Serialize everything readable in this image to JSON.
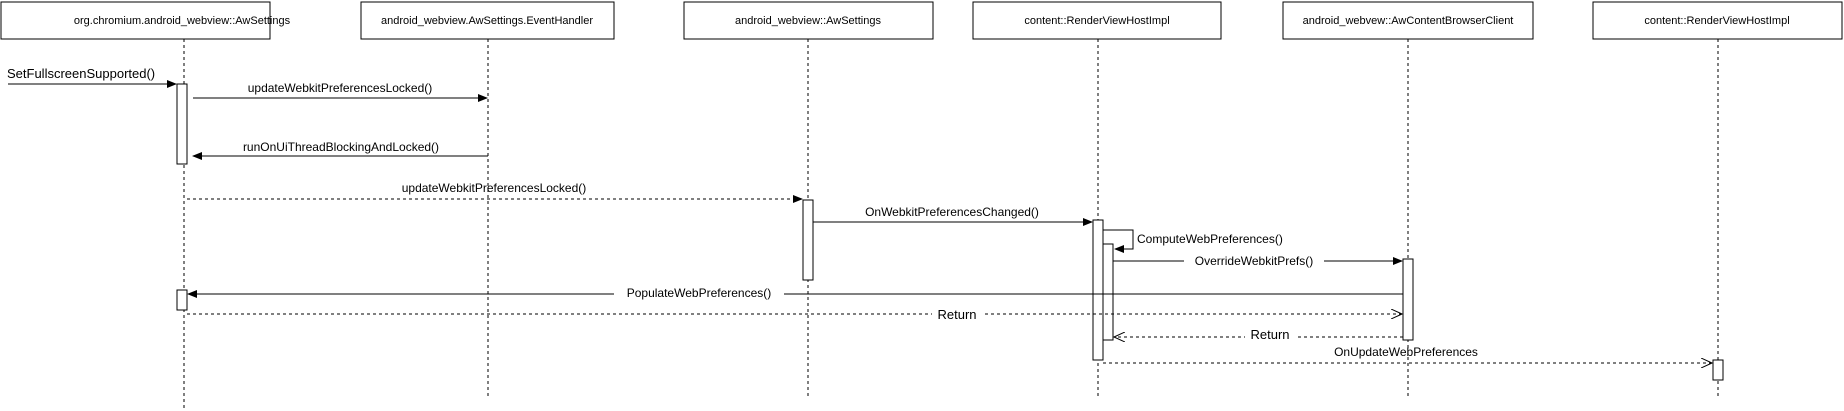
{
  "diagram": {
    "participants": [
      {
        "id": "p1",
        "label": "org.chromium.android_webview::AwSettings"
      },
      {
        "id": "p2",
        "label": "android_webview.AwSettings.EventHandler"
      },
      {
        "id": "p3",
        "label": "android_webview::AwSettings"
      },
      {
        "id": "p4",
        "label": "content::RenderViewHostImpl"
      },
      {
        "id": "p5",
        "label": "android_webvew::AwContentBrowserClient"
      },
      {
        "id": "p6",
        "label": "content::RenderViewHostImpl"
      }
    ],
    "messages": [
      {
        "id": "m1",
        "label": "SetFullscreenSupported()",
        "from": "external",
        "to": "p1",
        "kind": "call"
      },
      {
        "id": "m2",
        "label": "updateWebkitPreferencesLocked()",
        "from": "p1",
        "to": "p2",
        "kind": "call"
      },
      {
        "id": "m3",
        "label": "runOnUiThreadBlockingAndLocked()",
        "from": "p2",
        "to": "p1",
        "kind": "call"
      },
      {
        "id": "m4",
        "label": "updateWebkitPreferencesLocked()",
        "from": "p1",
        "to": "p3",
        "kind": "async"
      },
      {
        "id": "m5",
        "label": "OnWebkitPreferencesChanged()",
        "from": "p3",
        "to": "p4",
        "kind": "call"
      },
      {
        "id": "m6",
        "label": "ComputeWebPreferences()",
        "from": "p4",
        "to": "p4",
        "kind": "self"
      },
      {
        "id": "m7",
        "label": "OverrideWebkitPrefs()",
        "from": "p4",
        "to": "p5",
        "kind": "call"
      },
      {
        "id": "m8",
        "label": "PopulateWebPreferences()",
        "from": "p5",
        "to": "p1",
        "kind": "call"
      },
      {
        "id": "m9",
        "label": "Return",
        "from": "p1",
        "to": "p5",
        "kind": "return"
      },
      {
        "id": "m10",
        "label": "Return",
        "from": "p5",
        "to": "p4",
        "kind": "return"
      },
      {
        "id": "m11",
        "label": "OnUpdateWebPreferences",
        "from": "p4",
        "to": "p6",
        "kind": "return"
      }
    ]
  }
}
